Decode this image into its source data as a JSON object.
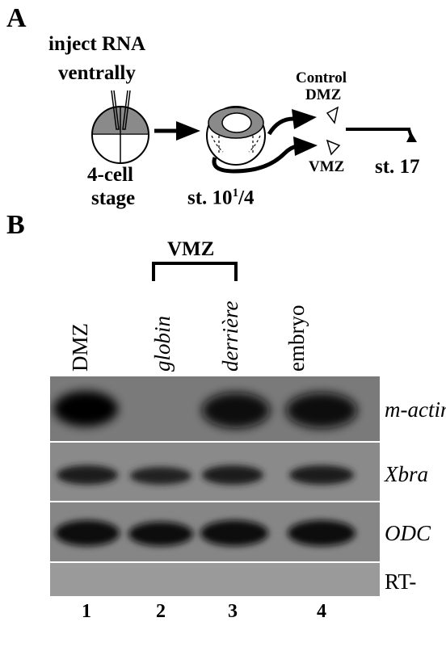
{
  "panel_a": {
    "letter": "A",
    "inject_line1": "inject RNA",
    "inject_line2": "ventrally",
    "stage_line1": "4-cell",
    "stage_line2": "stage",
    "st10_base": "st. 10",
    "st10_sup": "1",
    "st10_tail": "/4",
    "control_line1": "Control",
    "control_line2": "DMZ",
    "vmz": "VMZ",
    "st17": "st. 17"
  },
  "panel_b": {
    "letter": "B",
    "bracket_label": "VMZ",
    "lanes": [
      {
        "label": "DMZ",
        "italic": false,
        "number": "1"
      },
      {
        "label": "globin",
        "italic": true,
        "number": "2"
      },
      {
        "label": "derrière",
        "italic": true,
        "number": "3"
      },
      {
        "label": "embryo",
        "italic": false,
        "number": "4"
      }
    ],
    "rows": [
      {
        "label": "m-actin",
        "italic": true
      },
      {
        "label": "Xbra",
        "italic": true
      },
      {
        "label": "ODC",
        "italic": true
      },
      {
        "label": "RT-",
        "italic": false
      }
    ]
  }
}
